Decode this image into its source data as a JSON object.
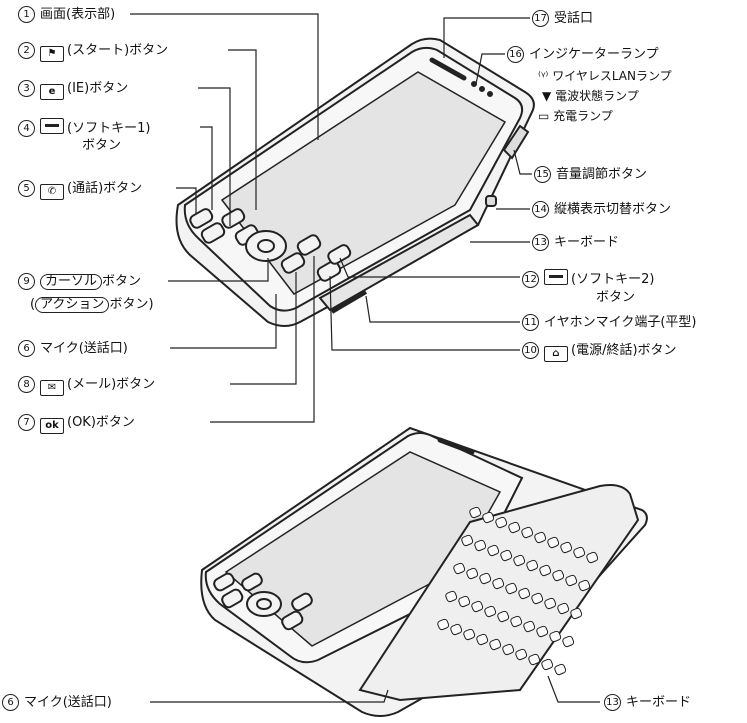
{
  "left_labels": [
    {
      "num": "1",
      "icon": "",
      "text": "画面(表示部)"
    },
    {
      "num": "2",
      "icon": "windows-flag-key",
      "text": "(スタート)ボタン"
    },
    {
      "num": "3",
      "icon": "ie-key",
      "text": "(IE)ボタン"
    },
    {
      "num": "4",
      "icon": "softkey-key",
      "text": "(ソフトキー1)",
      "text2": "ボタン"
    },
    {
      "num": "5",
      "icon": "call-key",
      "text": "(通話)ボタン"
    },
    {
      "num": "9",
      "pill": "カーソル",
      "text": "ボタン"
    },
    {
      "pill2": "アクション",
      "text": "(",
      "tail": "ボタン)"
    },
    {
      "num": "6",
      "icon": "",
      "text": "マイク(送話口)"
    },
    {
      "num": "8",
      "icon": "mail-key",
      "text": "(メール)ボタン"
    },
    {
      "num": "7",
      "icon": "ok-key",
      "key_text": "ok",
      "text": "(OK)ボタン"
    }
  ],
  "right_labels": [
    {
      "num": "17",
      "text": "受話口"
    },
    {
      "num": "16",
      "text": "インジケーターランプ"
    },
    {
      "indicator_icon": "antenna-icon",
      "text": "ワイヤレスLANランプ"
    },
    {
      "indicator_icon": "signal-icon",
      "text": "電波状態ランプ"
    },
    {
      "indicator_icon": "battery-icon",
      "text": "充電ランプ"
    },
    {
      "num": "15",
      "text": "音量調節ボタン"
    },
    {
      "num": "14",
      "text": "縦横表示切替ボタン"
    },
    {
      "num": "13",
      "text": "キーボード"
    },
    {
      "num": "12",
      "icon": "softkey-key",
      "text": "(ソフトキー2)",
      "text2": "ボタン"
    },
    {
      "num": "11",
      "text": "イヤホンマイク端子(平型)"
    },
    {
      "num": "10",
      "icon": "end-key",
      "text": "(電源/終話)ボタン"
    }
  ],
  "bottom_labels": [
    {
      "num": "6",
      "text": "マイク(送話口)"
    },
    {
      "num": "13",
      "text": "キーボード"
    }
  ],
  "colors": {
    "line": "#222222",
    "device_fill": "#f2f2f2",
    "screen_fill": "#dcdcdc"
  }
}
